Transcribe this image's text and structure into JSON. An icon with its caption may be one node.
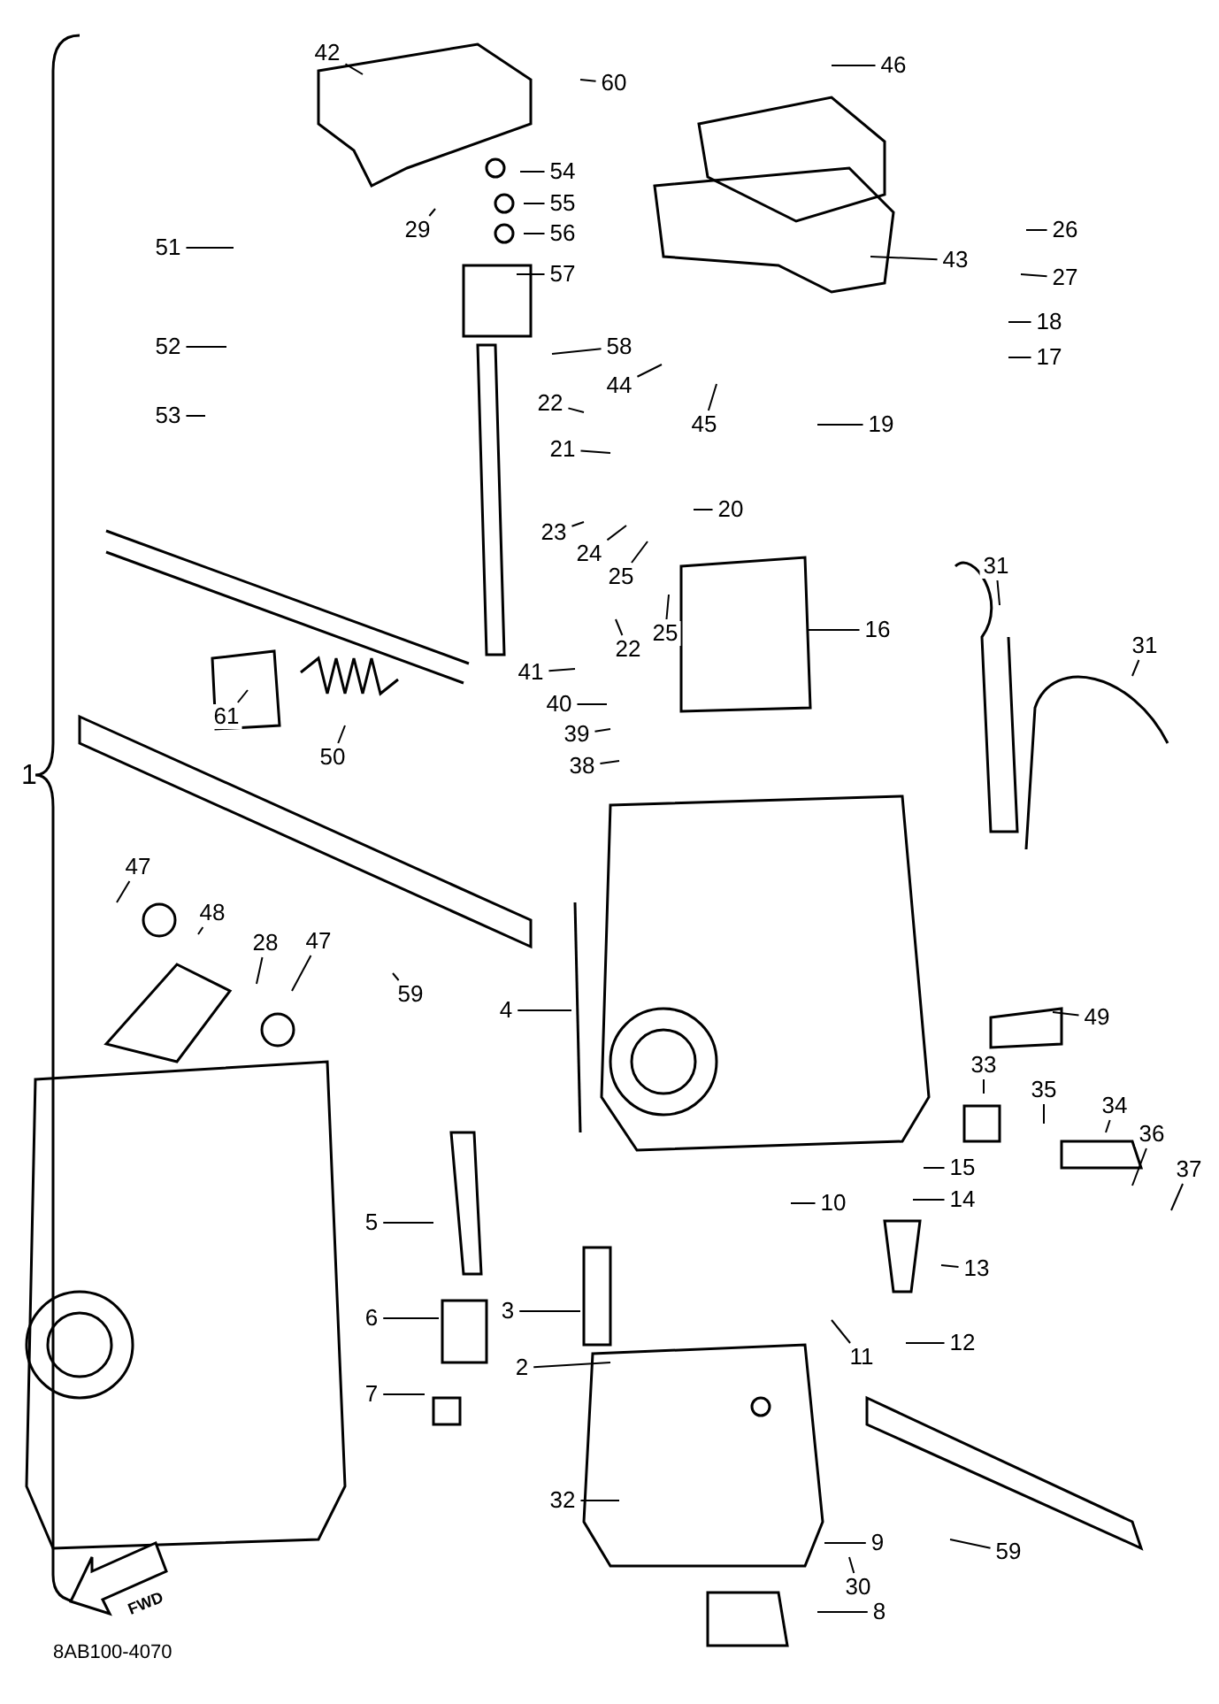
{
  "diagram": {
    "nodes": [
      {
        "text": [
          "42"
        ]
      },
      {
        "text": [
          "60"
        ]
      },
      {
        "text": [
          "46"
        ]
      },
      {
        "text": [
          "54"
        ]
      },
      {
        "text": [
          "55"
        ]
      },
      {
        "text": [
          "56"
        ]
      },
      {
        "text": [
          "57"
        ]
      },
      {
        "text": [
          "51"
        ]
      },
      {
        "text": [
          "29"
        ]
      },
      {
        "text": [
          "43"
        ]
      },
      {
        "text": [
          "26"
        ]
      },
      {
        "text": [
          "27"
        ]
      },
      {
        "text": [
          "18"
        ]
      },
      {
        "text": [
          "17"
        ]
      },
      {
        "text": [
          "52"
        ]
      },
      {
        "text": [
          "58"
        ]
      },
      {
        "text": [
          "44"
        ]
      },
      {
        "text": [
          "22"
        ]
      },
      {
        "text": [
          "45"
        ]
      },
      {
        "text": [
          "19"
        ]
      },
      {
        "text": [
          "21"
        ]
      },
      {
        "text": [
          "53"
        ]
      },
      {
        "text": [
          "20"
        ]
      },
      {
        "text": [
          "23"
        ]
      },
      {
        "text": [
          "24"
        ]
      },
      {
        "text": [
          "25"
        ]
      },
      {
        "text": [
          "25"
        ]
      },
      {
        "text": [
          "22"
        ]
      },
      {
        "text": [
          "16"
        ]
      },
      {
        "text": [
          "31"
        ]
      },
      {
        "text": [
          "31"
        ]
      },
      {
        "text": [
          "41"
        ]
      },
      {
        "text": [
          "40"
        ]
      },
      {
        "text": [
          "39"
        ]
      },
      {
        "text": [
          "38"
        ]
      },
      {
        "text": [
          "61"
        ]
      },
      {
        "text": [
          "50"
        ]
      },
      {
        "text": [
          "47"
        ]
      },
      {
        "text": [
          "48"
        ]
      },
      {
        "text": [
          "28"
        ]
      },
      {
        "text": [
          "47"
        ]
      },
      {
        "text": [
          "59"
        ]
      },
      {
        "text": [
          "4"
        ]
      },
      {
        "text": [
          "49"
        ]
      },
      {
        "text": [
          "33"
        ]
      },
      {
        "text": [
          "35"
        ]
      },
      {
        "text": [
          "34"
        ]
      },
      {
        "text": [
          "36"
        ]
      },
      {
        "text": [
          "37"
        ]
      },
      {
        "text": [
          "15"
        ]
      },
      {
        "text": [
          "14"
        ]
      },
      {
        "text": [
          "10"
        ]
      },
      {
        "text": [
          "13"
        ]
      },
      {
        "text": [
          "12"
        ]
      },
      {
        "text": [
          "11"
        ]
      },
      {
        "text": [
          "5"
        ]
      },
      {
        "text": [
          "6"
        ]
      },
      {
        "text": [
          "3"
        ]
      },
      {
        "text": [
          "2"
        ]
      },
      {
        "text": [
          "7"
        ]
      },
      {
        "text": [
          "32"
        ]
      },
      {
        "text": [
          "9"
        ]
      },
      {
        "text": [
          "30"
        ]
      },
      {
        "text": [
          "59"
        ]
      },
      {
        "text": [
          "8"
        ]
      }
    ],
    "edges": [
      {
        "from": 0,
        "to": null,
        "arrow": "none"
      },
      {
        "from": 1,
        "to": null,
        "arrow": "none"
      },
      {
        "from": 2,
        "to": null,
        "arrow": "none"
      },
      {
        "from": 3,
        "to": null,
        "arrow": "none"
      },
      {
        "from": 4,
        "to": null,
        "arrow": "none"
      },
      {
        "from": 5,
        "to": null,
        "arrow": "none"
      },
      {
        "from": 6,
        "to": null,
        "arrow": "none"
      },
      {
        "from": 7,
        "to": null,
        "arrow": "none"
      },
      {
        "from": 8,
        "to": null,
        "arrow": "none"
      },
      {
        "from": 9,
        "to": null,
        "arrow": "none"
      },
      {
        "from": 10,
        "to": null,
        "arrow": "none"
      },
      {
        "from": 11,
        "to": null,
        "arrow": "none"
      },
      {
        "from": 12,
        "to": null,
        "arrow": "none"
      },
      {
        "from": 13,
        "to": null,
        "arrow": "none"
      },
      {
        "from": 14,
        "to": null,
        "arrow": "none"
      },
      {
        "from": 15,
        "to": null,
        "arrow": "none"
      },
      {
        "from": 16,
        "to": null,
        "arrow": "none"
      },
      {
        "from": 17,
        "to": null,
        "arrow": "none"
      },
      {
        "from": 18,
        "to": null,
        "arrow": "none"
      },
      {
        "from": 19,
        "to": null,
        "arrow": "none"
      },
      {
        "from": 20,
        "to": null,
        "arrow": "none"
      },
      {
        "from": 21,
        "to": null,
        "arrow": "none"
      },
      {
        "from": 22,
        "to": null,
        "arrow": "none"
      },
      {
        "from": 23,
        "to": null,
        "arrow": "none"
      },
      {
        "from": 24,
        "to": null,
        "arrow": "none"
      },
      {
        "from": 25,
        "to": null,
        "arrow": "none"
      },
      {
        "from": 26,
        "to": null,
        "arrow": "none"
      },
      {
        "from": 27,
        "to": null,
        "arrow": "none"
      },
      {
        "from": 28,
        "to": null,
        "arrow": "none"
      },
      {
        "from": 29,
        "to": null,
        "arrow": "none"
      },
      {
        "from": 30,
        "to": null,
        "arrow": "none"
      },
      {
        "from": 31,
        "to": null,
        "arrow": "none"
      },
      {
        "from": 32,
        "to": null,
        "arrow": "none"
      },
      {
        "from": 33,
        "to": null,
        "arrow": "none"
      },
      {
        "from": 34,
        "to": null,
        "arrow": "none"
      },
      {
        "from": 35,
        "to": null,
        "arrow": "none"
      },
      {
        "from": 36,
        "to": null,
        "arrow": "none"
      },
      {
        "from": 37,
        "to": null,
        "arrow": "none"
      },
      {
        "from": 38,
        "to": null,
        "arrow": "none"
      },
      {
        "from": 39,
        "to": null,
        "arrow": "none"
      },
      {
        "from": 40,
        "to": null,
        "arrow": "none"
      },
      {
        "from": 41,
        "to": null,
        "arrow": "none"
      },
      {
        "from": 42,
        "to": null,
        "arrow": "none"
      },
      {
        "from": 43,
        "to": null,
        "arrow": "none"
      },
      {
        "from": 44,
        "to": null,
        "arrow": "none"
      },
      {
        "from": 45,
        "to": null,
        "arrow": "none"
      },
      {
        "from": 46,
        "to": null,
        "arrow": "none"
      },
      {
        "from": 47,
        "to": null,
        "arrow": "none"
      },
      {
        "from": 48,
        "to": null,
        "arrow": "none"
      },
      {
        "from": 49,
        "to": null,
        "arrow": "none"
      },
      {
        "from": 50,
        "to": null,
        "arrow": "none"
      },
      {
        "from": 51,
        "to": null,
        "arrow": "none"
      },
      {
        "from": 52,
        "to": null,
        "arrow": "none"
      },
      {
        "from": 53,
        "to": null,
        "arrow": "none"
      },
      {
        "from": 54,
        "to": null,
        "arrow": "none"
      },
      {
        "from": 55,
        "to": null,
        "arrow": "none"
      },
      {
        "from": 56,
        "to": null,
        "arrow": "none"
      },
      {
        "from": 57,
        "to": null,
        "arrow": "none"
      },
      {
        "from": 58,
        "to": null,
        "arrow": "none"
      },
      {
        "from": 59,
        "to": null,
        "arrow": "none"
      },
      {
        "from": 60,
        "to": null,
        "arrow": "none"
      },
      {
        "from": 61,
        "to": null,
        "arrow": "none"
      },
      {
        "from": 62,
        "to": null,
        "arrow": "none"
      },
      {
        "from": 63,
        "to": null,
        "arrow": "none"
      },
      {
        "from": 64,
        "to": null,
        "arrow": "none"
      }
    ],
    "labels": [
      "1",
      "FWD",
      "8AB100-4070"
    ]
  }
}
